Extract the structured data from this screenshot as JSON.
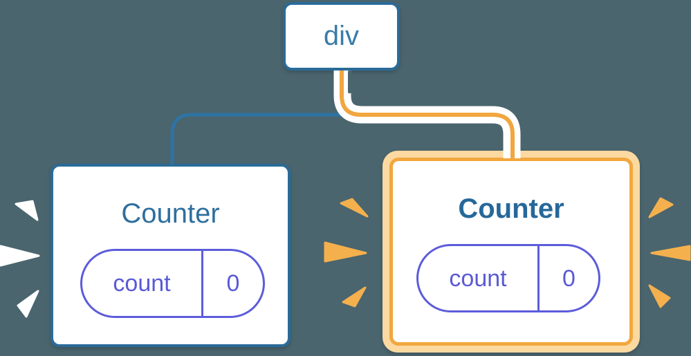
{
  "diagram": {
    "title": "component-tree-state-preservation",
    "root": {
      "label": "div"
    },
    "children": [
      {
        "label": "Counter",
        "state_key": "count",
        "state_value": "0",
        "highlighted": false
      },
      {
        "label": "Counter",
        "state_key": "count",
        "state_value": "0",
        "highlighted": true
      }
    ]
  },
  "colors": {
    "background": "#4a656e",
    "node_background": "#ffffff",
    "node_border_blue": "#2a6b99",
    "node_text_blue": "#3a7ca8",
    "counter_title_left": "#2f6f9e",
    "counter_title_right": "#26689a",
    "edge_blue": "#2e74a4",
    "edge_highlight_core": "#f1a63f",
    "edge_highlight_halo": "#ffffff",
    "highlight_border": "#f2a73e",
    "highlight_ring": "#fbd9a1",
    "burst_white": "#ffffff",
    "burst_orange": "#f5b04e",
    "state_purple": "#5a5ad6",
    "state_border": "#5c5cdb"
  }
}
